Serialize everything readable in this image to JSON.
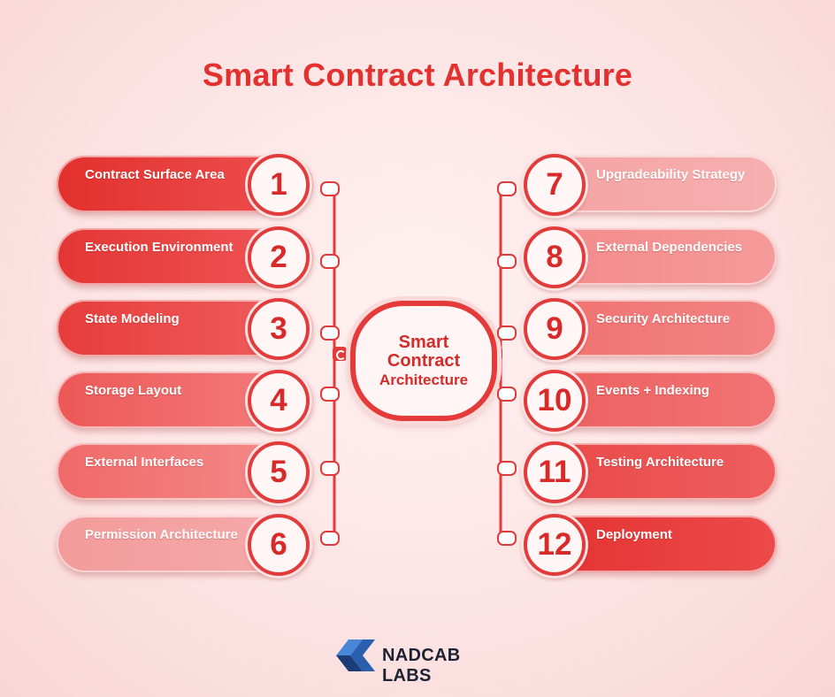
{
  "title": "Smart Contract Architecture",
  "hub": {
    "line1": "Smart",
    "line2": "Contract",
    "line3": "Architecture"
  },
  "left_items": [
    {
      "number": "1",
      "label": "Contract Surface Area"
    },
    {
      "number": "2",
      "label": "Execution Environment"
    },
    {
      "number": "3",
      "label": "State Modeling"
    },
    {
      "number": "4",
      "label": "Storage Layout"
    },
    {
      "number": "5",
      "label": "External Interfaces"
    },
    {
      "number": "6",
      "label": "Permission Architecture"
    }
  ],
  "right_items": [
    {
      "number": "7",
      "label": "Upgradeability Strategy"
    },
    {
      "number": "8",
      "label": "External Dependencies"
    },
    {
      "number": "9",
      "label": "Security Architecture"
    },
    {
      "number": "10",
      "label": "Events + Indexing"
    },
    {
      "number": "11",
      "label": "Testing Architecture"
    },
    {
      "number": "12",
      "label": "Deployment"
    }
  ],
  "logo": {
    "text": "NADCAB LABS"
  },
  "colors": {
    "accent": "#e2312f",
    "background": "#fde4e4",
    "logo_text": "#1c2233",
    "logo_blue": "#2a5fb0"
  }
}
